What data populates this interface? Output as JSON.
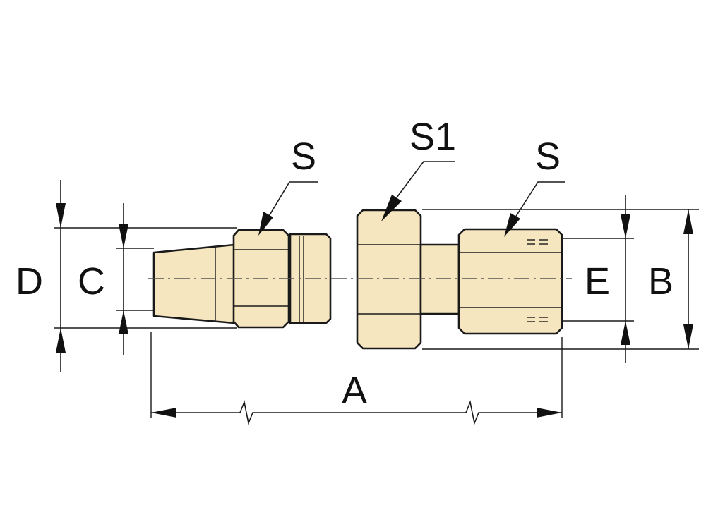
{
  "labels": {
    "A": "A",
    "B": "B",
    "C": "C",
    "D": "D",
    "E": "E",
    "S_left": "S",
    "S1": "S1",
    "S_right": "S"
  },
  "colors": {
    "body_fill": "#f6e6bf",
    "outline": "#1a1a1a",
    "background": "#ffffff"
  }
}
